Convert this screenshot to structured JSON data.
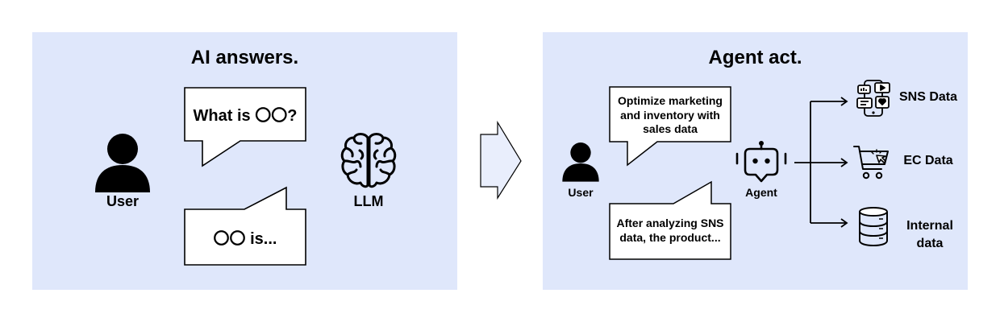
{
  "left_panel": {
    "title": "AI answers.",
    "user_label": "User",
    "llm_label": "LLM",
    "question_bubble": "What is 〇〇?",
    "answer_bubble": "〇〇 is..."
  },
  "right_panel": {
    "title": "Agent act.",
    "user_label": "User",
    "agent_label": "Agent",
    "request_bubble": "Optimize marketing and inventory with sales data",
    "response_bubble": "After analyzing SNS data, the product...",
    "sources": [
      {
        "label": "SNS Data",
        "icon": "social-apps-icon"
      },
      {
        "label": "EC Data",
        "icon": "shopping-cart-icon"
      },
      {
        "label": "Internal data",
        "icon": "database-icon"
      }
    ]
  },
  "colors": {
    "panel": "#dfe7fb",
    "arrow_fill": "#e9eefc",
    "ink": "#000000"
  }
}
